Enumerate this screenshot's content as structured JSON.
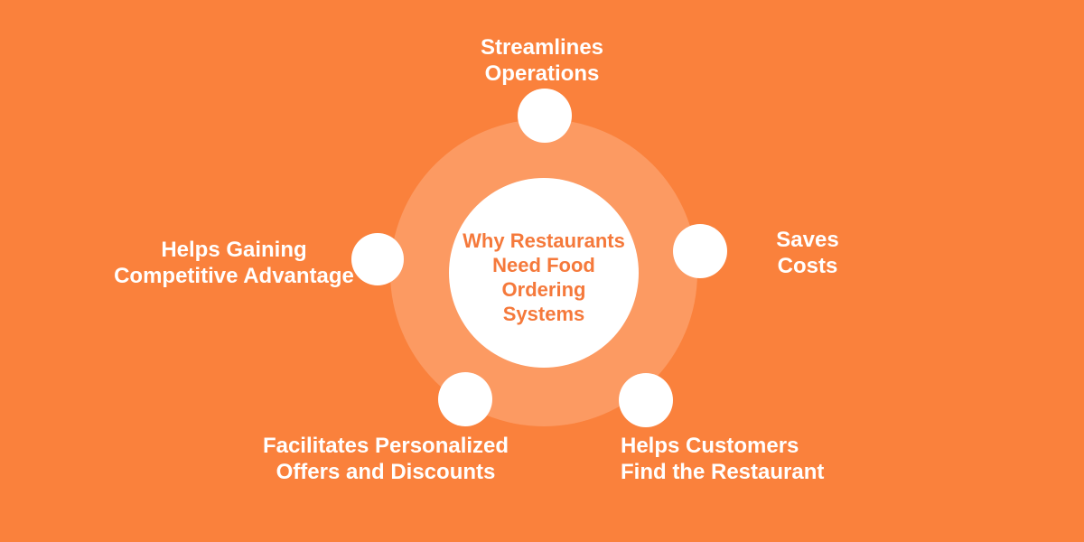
{
  "colors": {
    "background": "#FA813C",
    "halo": "#FC9A62",
    "node_fill": "#FFFFFF",
    "title_text": "#F5793B",
    "label_text": "#FFFFFF"
  },
  "diagram": {
    "type": "radial-infographic",
    "center": {
      "title": "Why Restaurants\nNeed Food Ordering\nSystems"
    },
    "items": [
      {
        "id": "streamlines-operations",
        "position": "top",
        "label": "Streamlines\nOperations"
      },
      {
        "id": "saves-costs",
        "position": "right",
        "label": "Saves\nCosts"
      },
      {
        "id": "helps-customers-find-restaurant",
        "position": "bottom-right",
        "label": "Helps Customers\nFind the Restaurant"
      },
      {
        "id": "facilitates-personalized-offers",
        "position": "bottom-left",
        "label": "Facilitates Personalized\nOffers and Discounts"
      },
      {
        "id": "helps-gaining-competitive-advantage",
        "position": "left",
        "label": "Helps Gaining\nCompetitive Advantage"
      }
    ]
  }
}
